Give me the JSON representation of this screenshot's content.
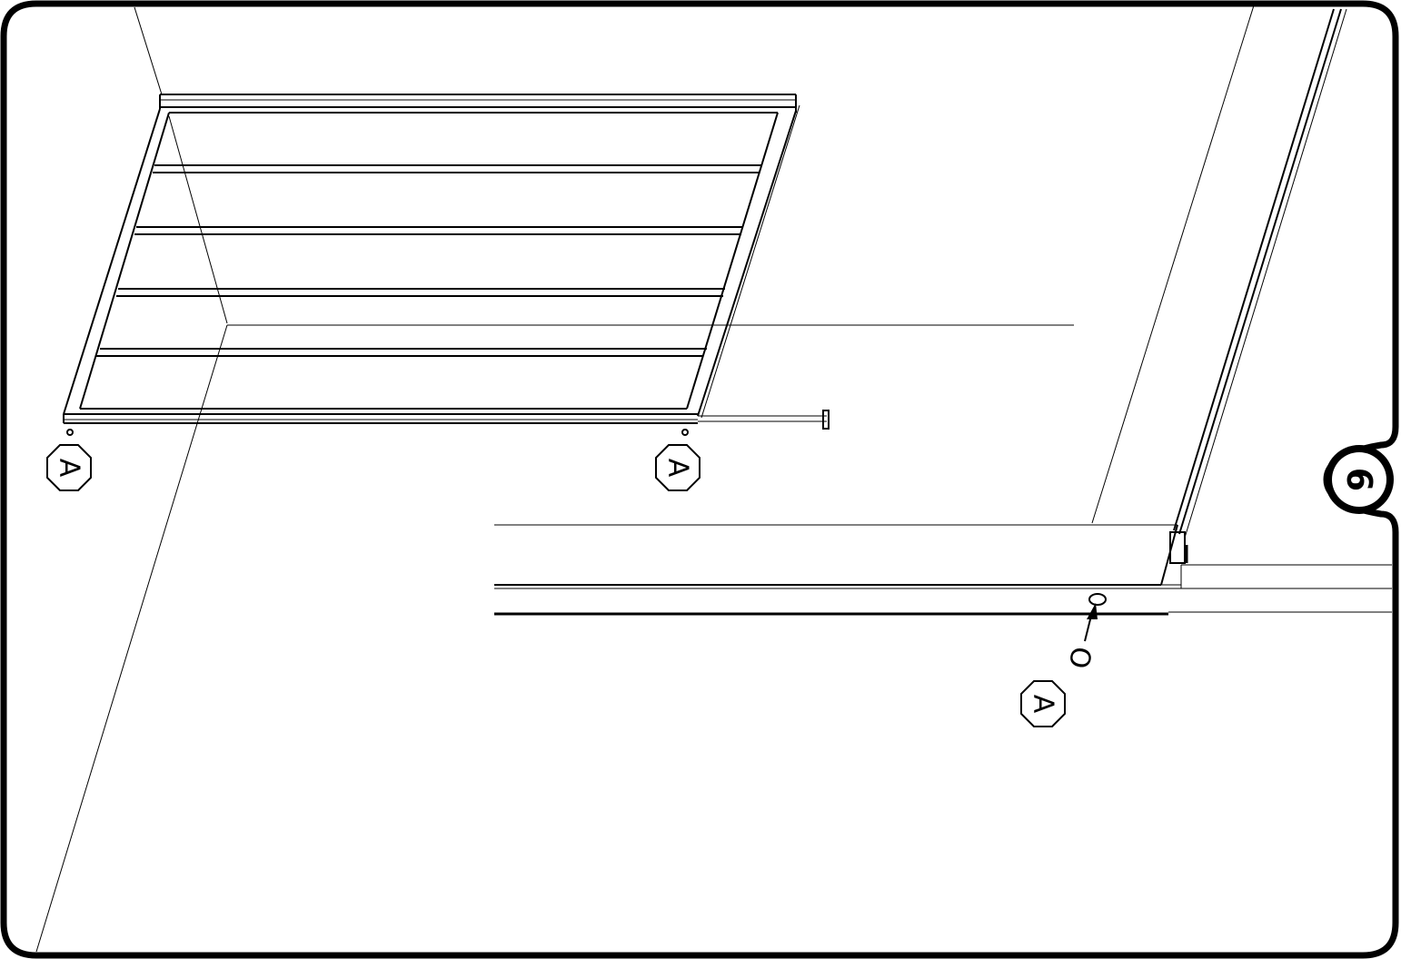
{
  "step": {
    "number": "6"
  },
  "callouts": [
    {
      "id": "left-bolt",
      "label": "A"
    },
    {
      "id": "right-bolt",
      "label": "A"
    },
    {
      "id": "rail-bolt",
      "label": "A"
    }
  ],
  "pointer": {
    "glyph": "O"
  }
}
